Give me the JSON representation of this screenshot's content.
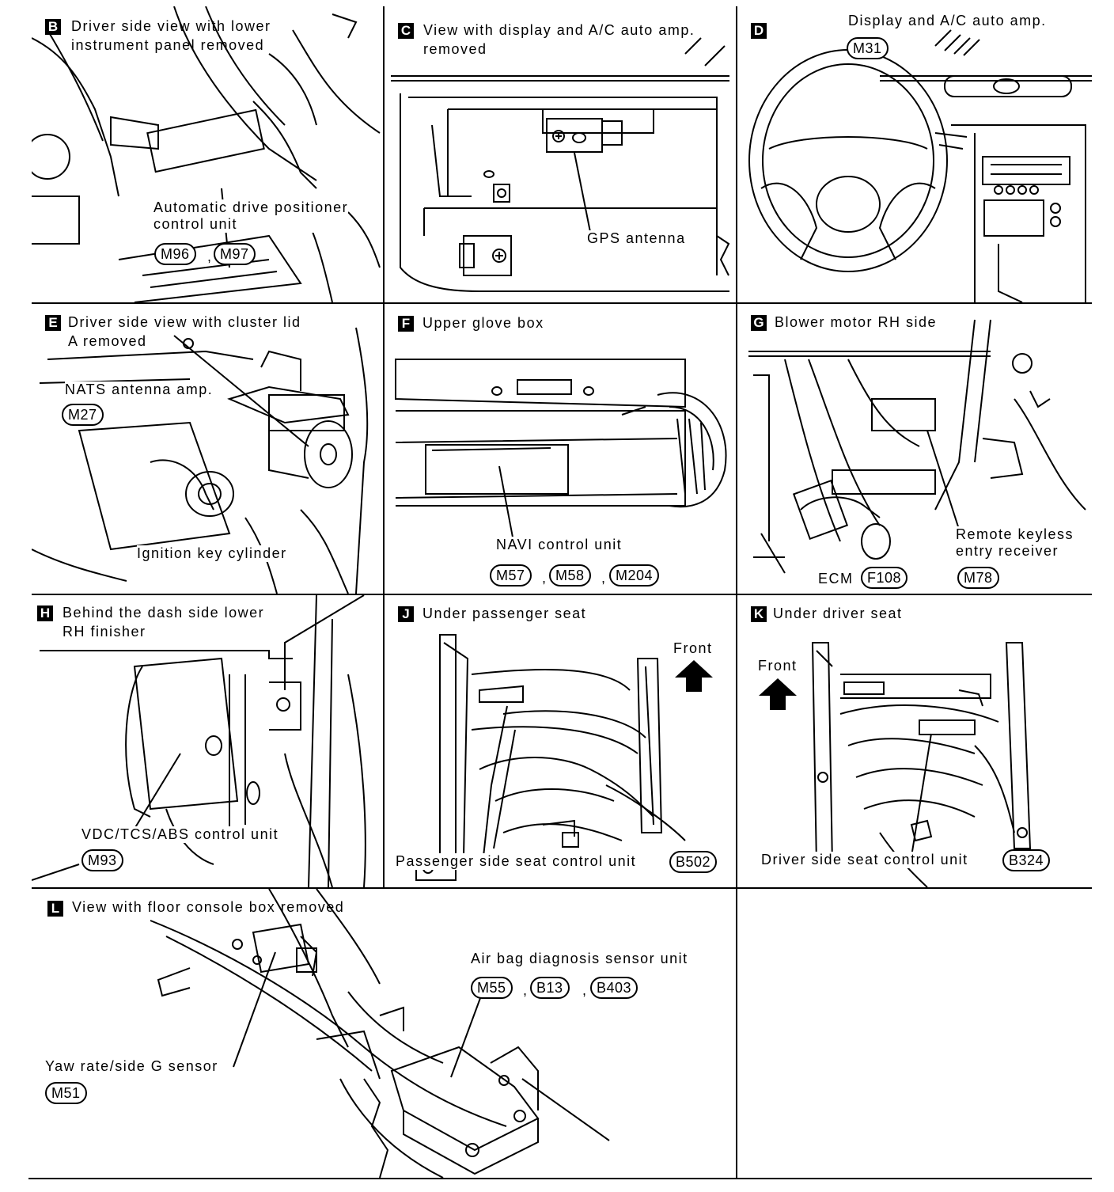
{
  "panels": {
    "B": {
      "letter": "B",
      "title": "Driver side view with lower\ninstrument panel removed",
      "label": "Automatic drive positioner\ncontrol unit",
      "connectors": [
        "M96",
        "M97"
      ]
    },
    "C": {
      "letter": "C",
      "title": "View with display and A/C auto amp.\nremoved",
      "label": "GPS antenna"
    },
    "D": {
      "letter": "D",
      "title": "Display and A/C auto amp.",
      "connectors": [
        "M31"
      ]
    },
    "E": {
      "letter": "E",
      "title": "Driver side view with cluster lid\nA removed",
      "label_nats": "NATS antenna amp.",
      "connectors": [
        "M27"
      ],
      "label_ignition": "Ignition key cylinder"
    },
    "F": {
      "letter": "F",
      "title": "Upper glove box",
      "label": "NAVI control unit",
      "connectors": [
        "M57",
        "M58",
        "M204"
      ]
    },
    "G": {
      "letter": "G",
      "title": "Blower motor RH side",
      "label_remote": "Remote keyless\nentry receiver",
      "label_ecm": "ECM",
      "connectors": [
        "F108",
        "M78"
      ]
    },
    "H": {
      "letter": "H",
      "title": "Behind the dash side lower\nRH finisher",
      "label": "VDC/TCS/ABS control unit",
      "connectors": [
        "M93"
      ]
    },
    "J": {
      "letter": "J",
      "title": "Under passenger seat",
      "front": "Front",
      "label": "Passenger side seat control unit",
      "connectors": [
        "B502"
      ]
    },
    "K": {
      "letter": "K",
      "title": "Under driver seat",
      "front": "Front",
      "label": "Driver side seat control unit",
      "connectors": [
        "B324"
      ]
    },
    "L": {
      "letter": "L",
      "title": "View with floor console box removed",
      "label_airbag": "Air bag diagnosis sensor unit",
      "connectors_airbag": [
        "M55",
        "B13",
        "B403"
      ],
      "label_yaw": "Yaw rate/side G sensor",
      "connectors_yaw": [
        "M51"
      ]
    }
  }
}
